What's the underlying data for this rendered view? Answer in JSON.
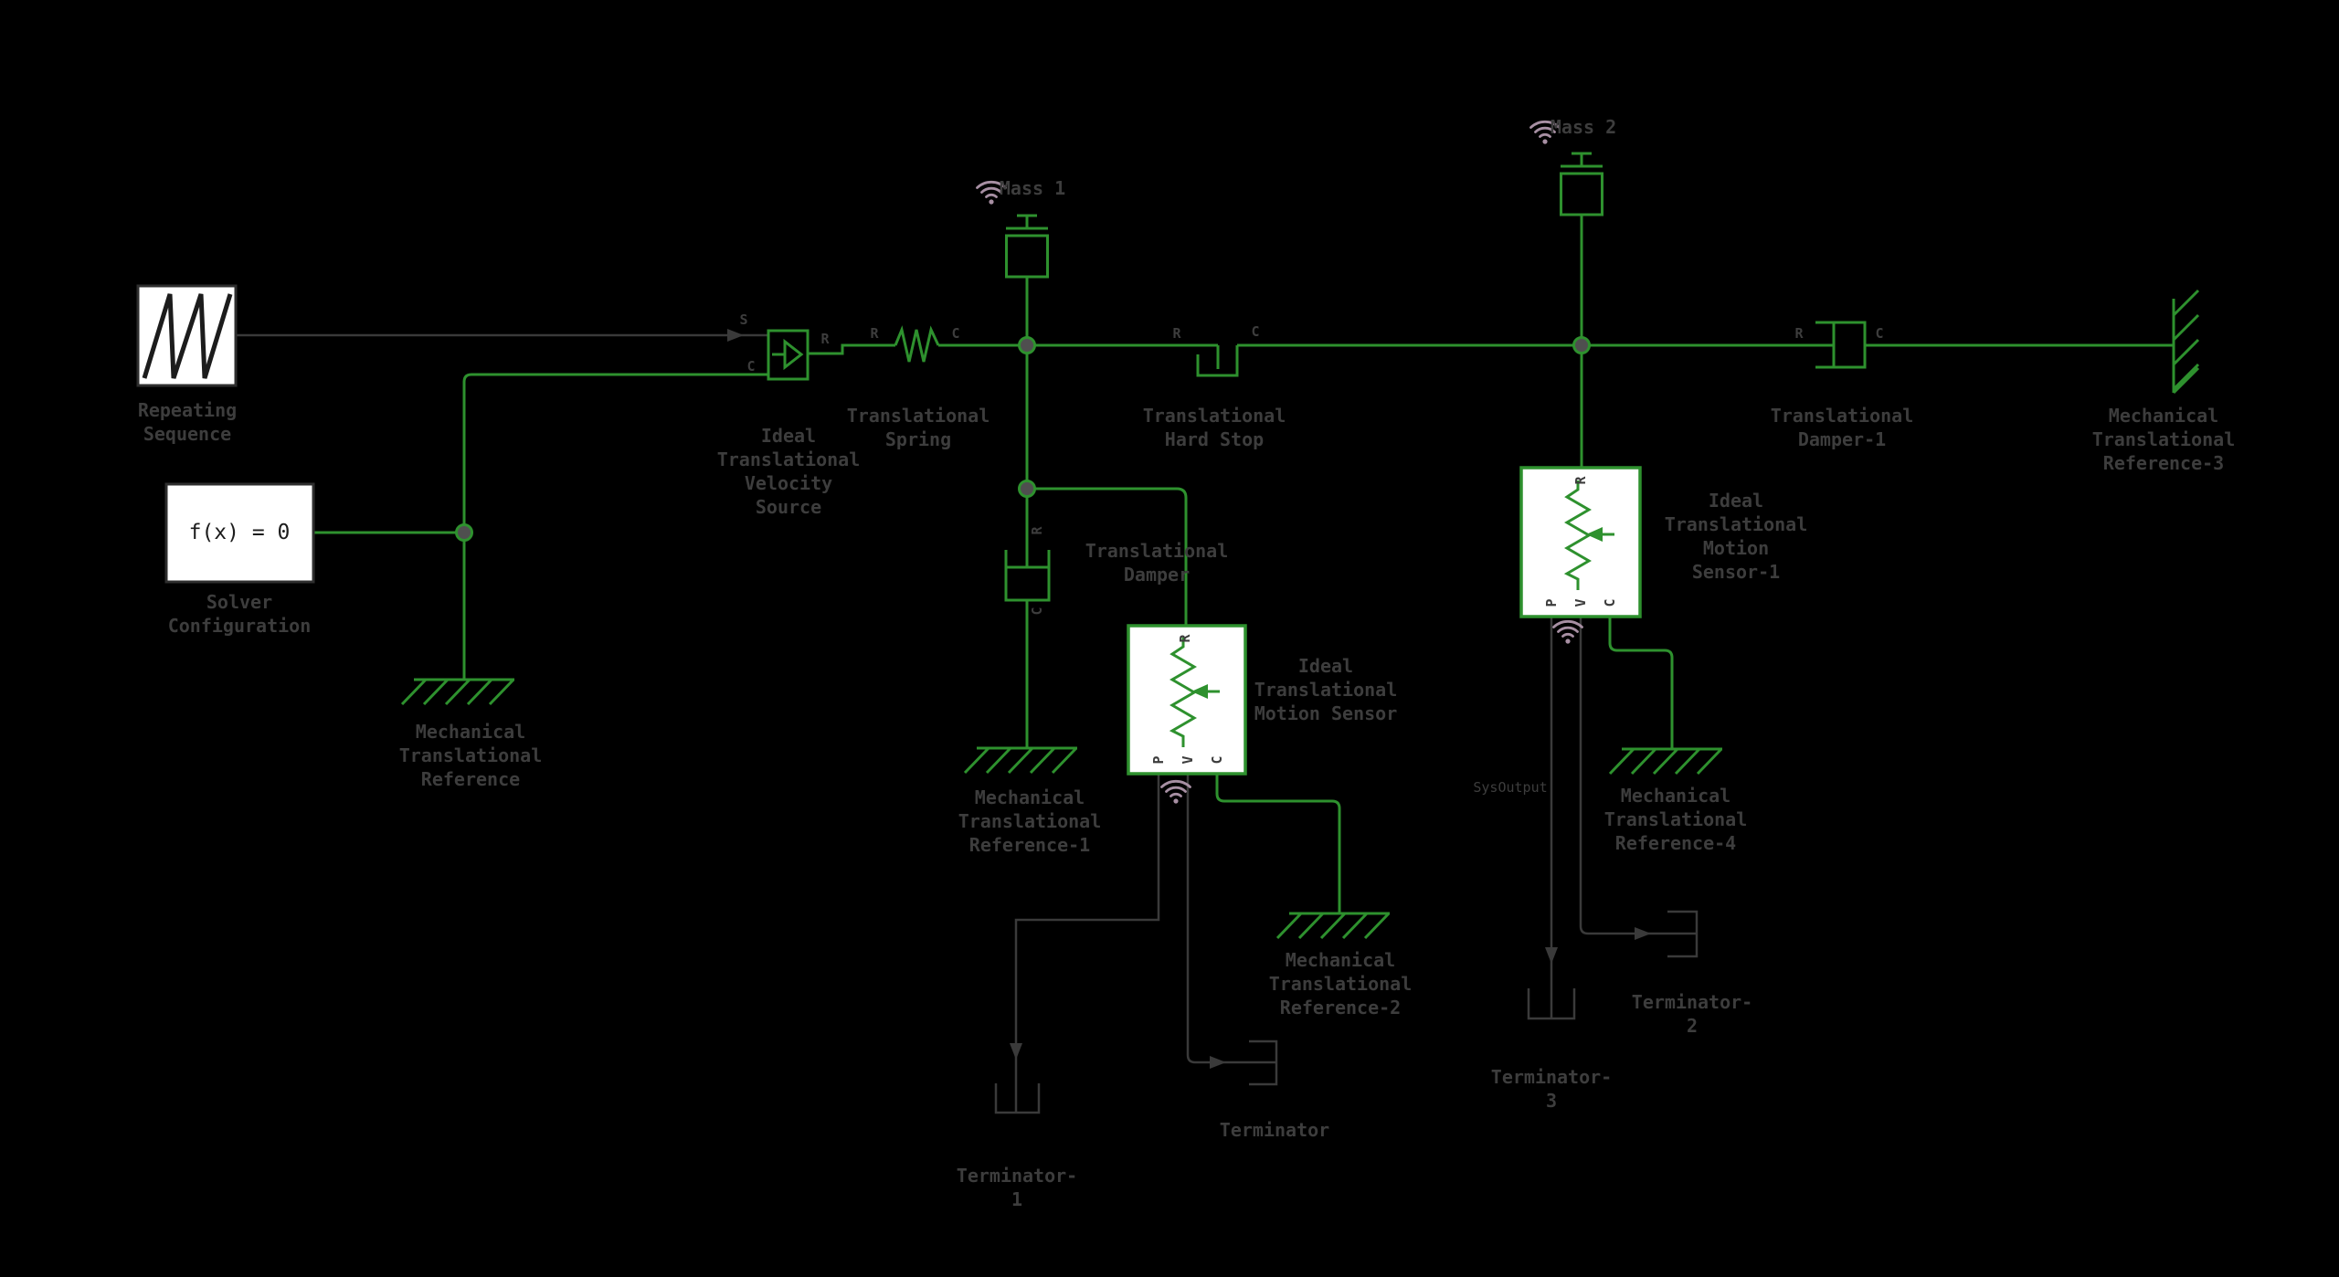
{
  "app": {
    "name": "Simulink model canvas",
    "background": "#000000"
  },
  "colors": {
    "green": "#2e912e",
    "wire": "#3a3a3a",
    "label": "#3d3d3d",
    "badge": "#a78fa3",
    "white": "#ffffff",
    "block_border": "#2e2e2e",
    "bg": "#000000",
    "junction_fill": "#4f4f4f",
    "ink": "#1c1c1c"
  },
  "icons": {
    "logging_badge": "wifi-icon",
    "repeating_sequence": "sawtooth-wave-icon",
    "velocity_source": "triangle-source-icon",
    "motion_sensor": "potentiometer-icon",
    "ground": "hatched-ground-icon",
    "terminator": "bracket-icon"
  },
  "labels": {
    "repeating_sequence": "Repeating\nSequence",
    "solver_configuration": "Solver\nConfiguration",
    "solver_equation": "f(x) = 0",
    "velocity_source": "Ideal\nTranslational\nVelocity\nSource",
    "spring": "Translational\nSpring",
    "mass1": "Mass 1",
    "mass2": "Mass 2",
    "hard_stop": "Translational\nHard Stop",
    "damper": "Translational\nDamper",
    "damper1": "Translational\nDamper-1",
    "motion_sensor": "Ideal\nTranslational\nMotion Sensor",
    "motion_sensor1": "Ideal\nTranslational\nMotion\nSensor-1",
    "reference": "Mechanical\nTranslational\nReference",
    "reference1": "Mechanical\nTranslational\nReference-1",
    "reference2": "Mechanical\nTranslational\nReference-2",
    "reference3": "Mechanical\nTranslational\nReference-3",
    "reference4": "Mechanical\nTranslational\nReference-4",
    "terminator": "Terminator",
    "terminator1": "Terminator-\n1",
    "terminator2": "Terminator-\n2",
    "terminator3": "Terminator-\n3",
    "sysoutput": "SysOutput"
  },
  "ports": {
    "s": "S",
    "r": "R",
    "c": "C",
    "p": "P",
    "v": "V"
  }
}
